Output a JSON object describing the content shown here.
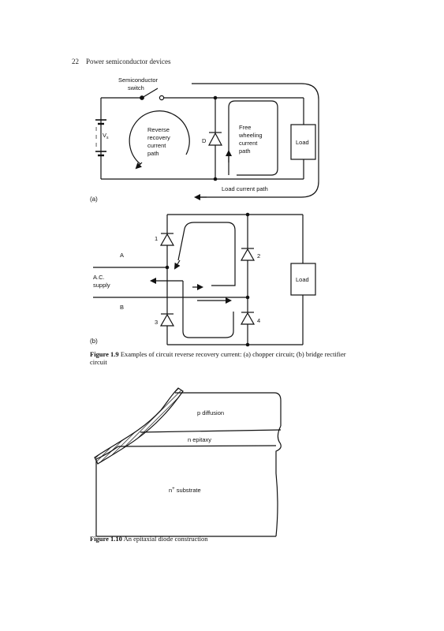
{
  "header": {
    "page_number": "22",
    "running_title": "Power semiconductor devices"
  },
  "figure_1_9": {
    "a": {
      "switch_label": [
        "Semiconductor",
        "switch"
      ],
      "source_label": "V",
      "source_subscript": "s",
      "reverse_path_label": [
        "Reverse",
        "recovery",
        "current",
        "path"
      ],
      "diode_label": "D",
      "freewheel_label": [
        "Free",
        "wheeling",
        "current",
        "path"
      ],
      "load_label": "Load",
      "load_current_label": "Load current path",
      "panel_label": "(a)"
    },
    "b": {
      "diode_numbers": [
        "1",
        "2",
        "3",
        "4"
      ],
      "line_a_label": "A",
      "line_b_label": "B",
      "supply_label": [
        "A.C.",
        "supply"
      ],
      "load_label": "Load",
      "panel_label": "(b)"
    },
    "caption_label": "Figure 1.9",
    "caption_text": " Examples of circuit reverse recovery current: (a) chopper circuit; (b) bridge rectifier circuit"
  },
  "figure_1_10": {
    "p_label": "p diffusion",
    "n_label": "n epitaxy",
    "nplus_label": "n",
    "nplus_sup": "+",
    "nplus_rest": " substrate",
    "caption_label": "Figure 1.10",
    "caption_text": " An epitaxial diode construction"
  }
}
